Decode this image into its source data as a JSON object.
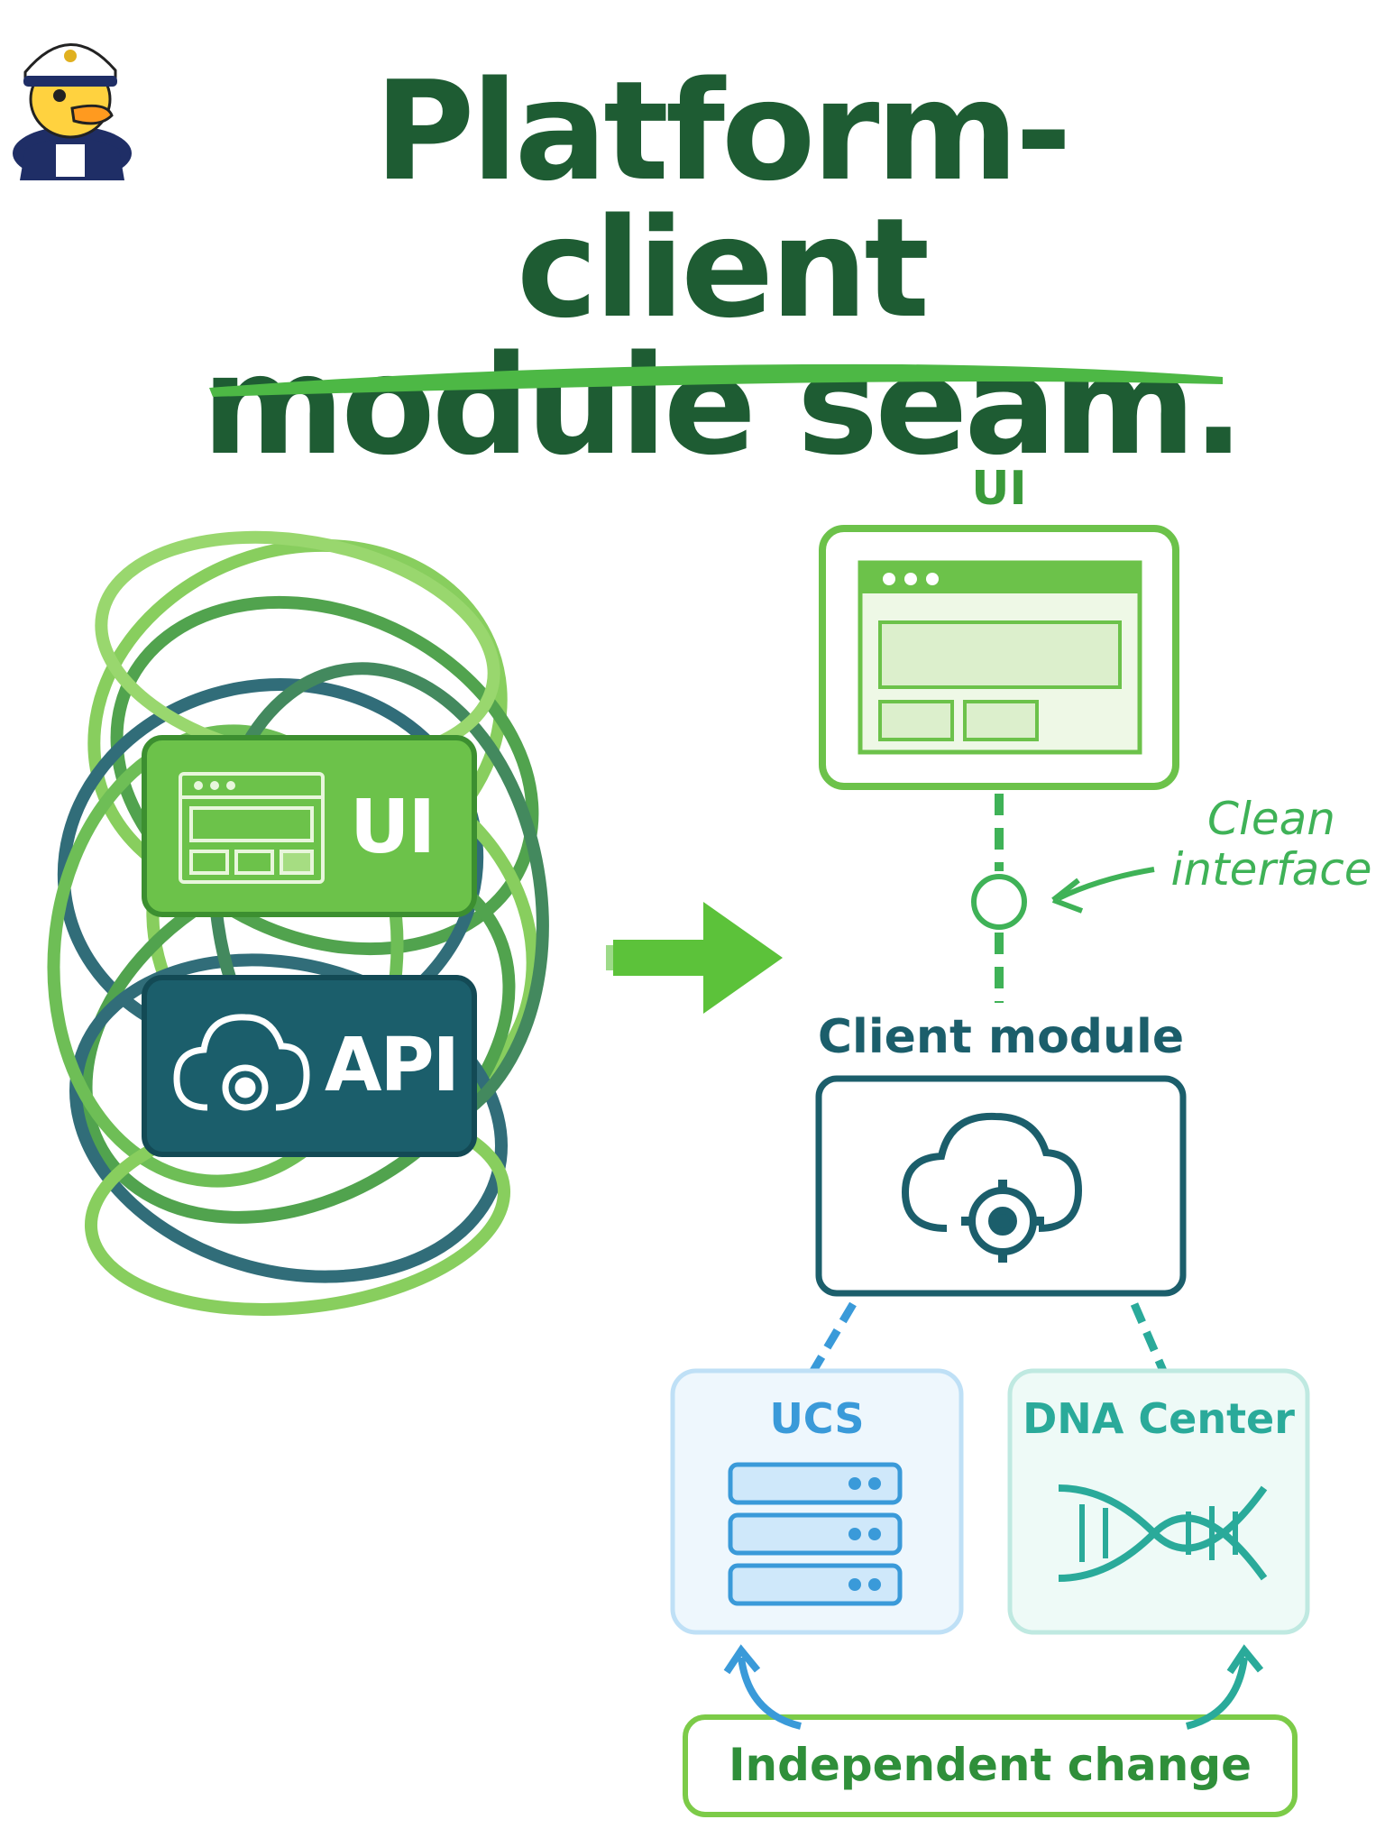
{
  "title": {
    "line1": "Platform-client",
    "line2": "module seam."
  },
  "tangled": {
    "ui_label": "UI",
    "api_label": "API"
  },
  "clean": {
    "ui_label": "UI",
    "note": [
      "Clean",
      "interface"
    ],
    "client_label": "Client module",
    "ucs_label": "UCS",
    "dna_label": "DNA Center",
    "change_label": "Independent change"
  },
  "colors": {
    "dark_green": "#1e5c33",
    "green": "#6cc24a",
    "teal_dark": "#1b5e6b",
    "blue": "#3a9ad9",
    "teal": "#2aaa9a"
  },
  "icons": [
    "duck-captain-mascot",
    "browser-window-icon",
    "cloud-gear-icon",
    "server-rack-icon",
    "dna-helix-icon",
    "arrow-right-icon"
  ]
}
